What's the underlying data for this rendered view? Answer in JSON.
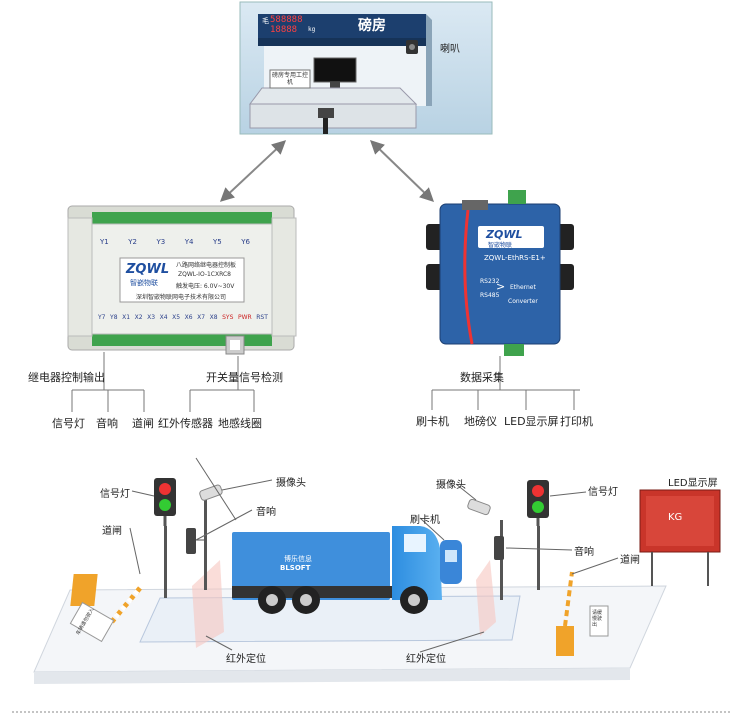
{
  "weighroom": {
    "title": "磅房",
    "speaker_label": "喇叭",
    "display_value_1": "588888",
    "display_value_2": "18888",
    "display_prefix": "毛",
    "display_unit": "kg",
    "workstation_label": "磅房专用工控机"
  },
  "relay_controller": {
    "title": "八路网络继电器控制板",
    "brand": "ZQWL",
    "brand_cn": "智嵌物联",
    "model": "ZQWL-IO-1CXRC8",
    "voltage": "触发电压: 6.0V~30V",
    "company": "深圳智嵌物联网电子技术有限公司",
    "outputs": [
      "Y1",
      "Y2",
      "Y3",
      "Y4",
      "Y5",
      "Y6"
    ],
    "inputs": [
      "Y7",
      "Y8",
      "X1",
      "X2",
      "X3",
      "X4",
      "X5",
      "X6",
      "X7",
      "X8",
      "SYS",
      "PWR",
      "RST"
    ],
    "output_label": "继电器控制输出",
    "input_label": "开关量信号检测",
    "output_items": [
      "信号灯",
      "音响",
      "道闸"
    ],
    "input_items": [
      "红外传感器",
      "地感线圈"
    ]
  },
  "converter": {
    "brand": "ZQWL",
    "brand_cn": "智嵌物联",
    "model": "ZQWL-EthRS-E1+",
    "rs232": "RS232",
    "rs485": "RS485",
    "ethernet": "Ethernet",
    "converter_label": "Converter",
    "collect_label": "数据采集",
    "collect_items": [
      "刷卡机",
      "地磅仪",
      "LED显示屏",
      "打印机"
    ]
  },
  "scene": {
    "left_light": "信号灯",
    "left_gate": "道闸",
    "camera_left": "摄像头",
    "sound_left": "音响",
    "camera_right": "摄像头",
    "card_reader": "刷卡机",
    "right_light": "信号灯",
    "sound_right": "音响",
    "right_gate": "道闸",
    "led_screen": "LED显示屏",
    "led_value": "KG",
    "infrared_left": "红外定位",
    "infrared_right": "红外定位",
    "truck_brand": "博乐信息",
    "truck_brand_en": "BLSOFT",
    "left_sign": "车辆请勿驶入",
    "right_sign": "请缓慢驶出"
  },
  "colors": {
    "relay_body": "#e9ebe6",
    "terminal_green": "#3fa34d",
    "converter_body": "#2d63a8",
    "truck_blue": "#3f8fdc",
    "gate_orange": "#f0a32a",
    "infrared_red": "#e04a3a",
    "platform": "#f4f6f9",
    "room_bg": "#cfe2ee"
  }
}
